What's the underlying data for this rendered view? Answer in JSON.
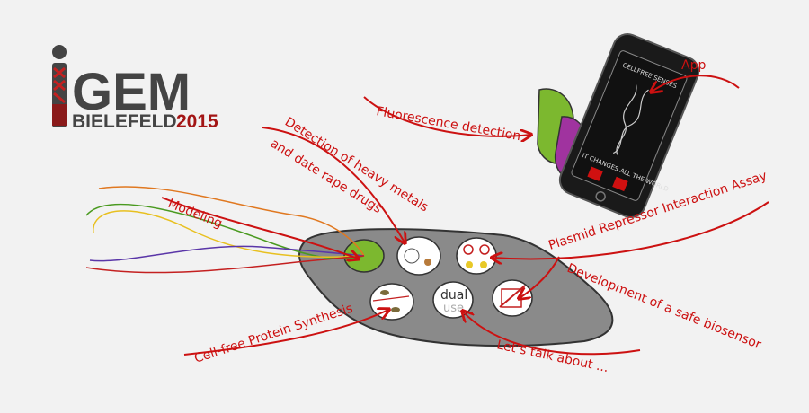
{
  "logo": {
    "letters": "GEM",
    "subtitle": "BIELEFELD",
    "year": "2015"
  },
  "labels": {
    "app": "App",
    "fluorescence": "Fluorescence detection",
    "detection_line1": "Detection of heavy metals",
    "detection_line2": "and date rape drugs",
    "modeling": "Modeling",
    "plasmid": "Plasmid Repressor Interaction Assay",
    "biosensor": "Development of a safe biosensor",
    "cellfree": "Cell-free Protein Synthesis",
    "talk": "Let’s talk about ..."
  },
  "wells": {
    "dual_top": "dual",
    "dual_bottom": "use"
  },
  "phone": {
    "screen_line1": "CELLFREE SENSES",
    "screen_line2": "IT CHANGES ALL THE WORLD"
  },
  "colors": {
    "accent": "#cc1111",
    "logo_gray": "#444444",
    "chip": "#888888",
    "green_well": "#7cb82f",
    "purple_card": "#a0339f"
  }
}
